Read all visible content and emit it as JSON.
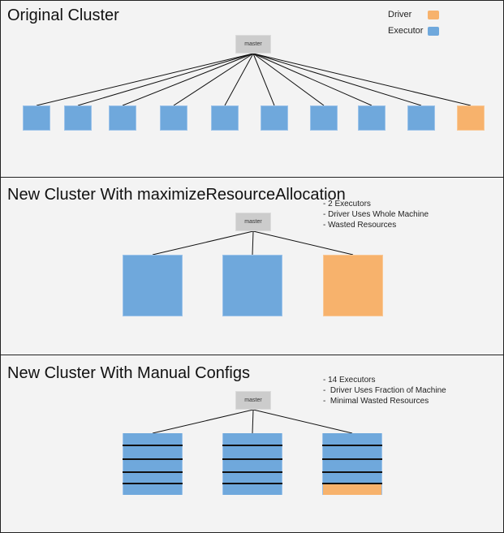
{
  "colors": {
    "driver": "#f7b26c",
    "executor": "#6fa8dc",
    "master": "#cccccc",
    "background": "#f3f3f3"
  },
  "legend": {
    "items": [
      {
        "label": "Driver",
        "role": "driver"
      },
      {
        "label": "Executor",
        "role": "executor"
      }
    ]
  },
  "panels": [
    {
      "title": "Original Cluster",
      "master_label": "master",
      "notes": [],
      "nodes": [
        "executor",
        "executor",
        "executor",
        "executor",
        "executor",
        "executor",
        "executor",
        "executor",
        "executor",
        "driver"
      ]
    },
    {
      "title": "New Cluster With maximizeResourceAllocation",
      "master_label": "master",
      "notes": [
        "- 2 Executors",
        "- Driver Uses Whole Machine",
        "- Wasted Resources"
      ],
      "nodes": [
        "executor",
        "executor",
        "driver"
      ]
    },
    {
      "title": "New Cluster With Manual Configs",
      "master_label": "master",
      "notes": [
        "- 14 Executors",
        "-  Driver Uses Fraction of Machine",
        "-  Minimal Wasted Resources"
      ],
      "machines": [
        [
          "executor",
          "executor",
          "executor",
          "executor",
          "executor"
        ],
        [
          "executor",
          "executor",
          "executor",
          "executor",
          "executor"
        ],
        [
          "executor",
          "executor",
          "executor",
          "executor",
          "driver"
        ]
      ]
    }
  ]
}
